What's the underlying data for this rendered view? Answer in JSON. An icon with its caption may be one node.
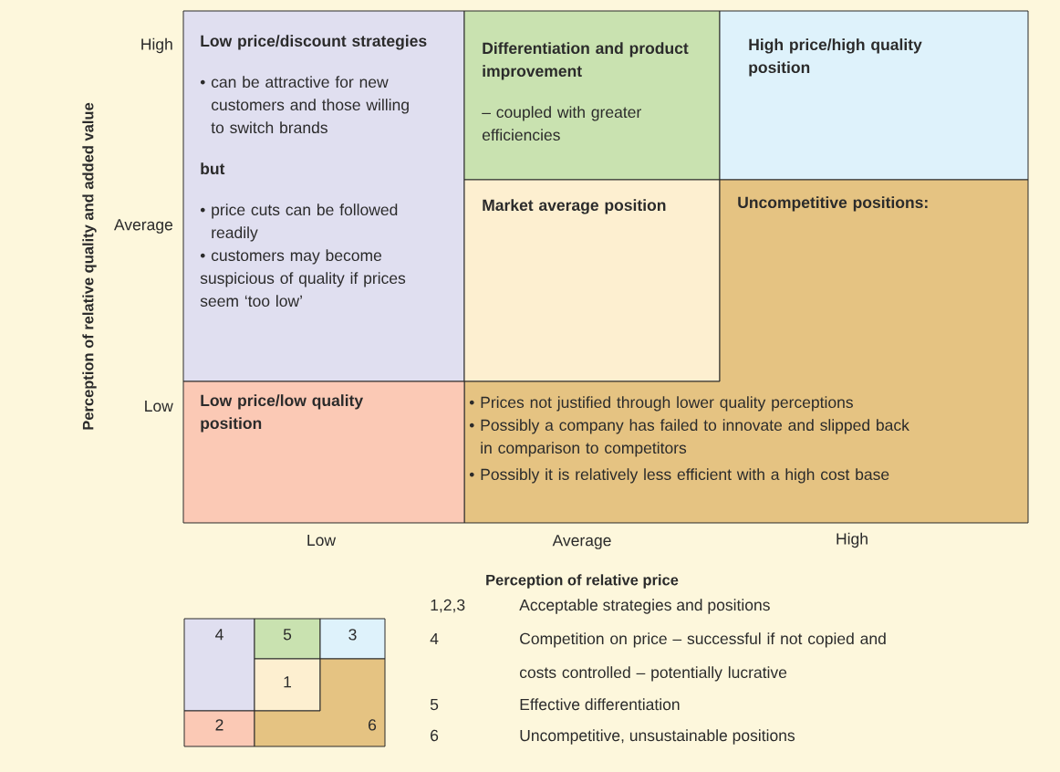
{
  "diagram": {
    "nodes": [
      {
        "text": [
          "Low price/discount strategies",
          "• can be attractive for new customers and those willing to switch brands",
          "but",
          "• price cuts can be followed readily",
          "• customers may become suspicious of quality if prices seem ‘too low’"
        ]
      },
      {
        "text": [
          "Differentiation and product improvement",
          "– coupled with greater efficiencies"
        ]
      },
      {
        "text": [
          "High price/high quality position"
        ]
      },
      {
        "text": [
          "Market average position"
        ]
      },
      {
        "text": [
          "Uncompetitive positions:",
          "• Prices not justified through lower quality perceptions",
          "• Possibly a company has failed to innovate and slipped back in comparison to competitors",
          "• Possibly it is relatively less efficient with a high cost base"
        ]
      },
      {
        "text": [
          "Low price/low quality position"
        ]
      },
      {
        "text": [
          "4"
        ]
      },
      {
        "text": [
          "5"
        ]
      },
      {
        "text": [
          "3"
        ]
      },
      {
        "text": [
          "1"
        ]
      },
      {
        "text": [
          "2"
        ]
      },
      {
        "text": [
          "6"
        ]
      }
    ],
    "labels": [
      "Perception of relative quality and added value",
      "High",
      "Average",
      "Low",
      "Low",
      "Average",
      "High",
      "Perception of relative price",
      "1,2,3",
      "Acceptable strategies and positions",
      "4",
      "Competition on price – successful if not copied and costs controlled – potentially lucrative",
      "5",
      "Effective differentiation",
      "6",
      "Uncompetitive, unsustainable positions"
    ]
  }
}
